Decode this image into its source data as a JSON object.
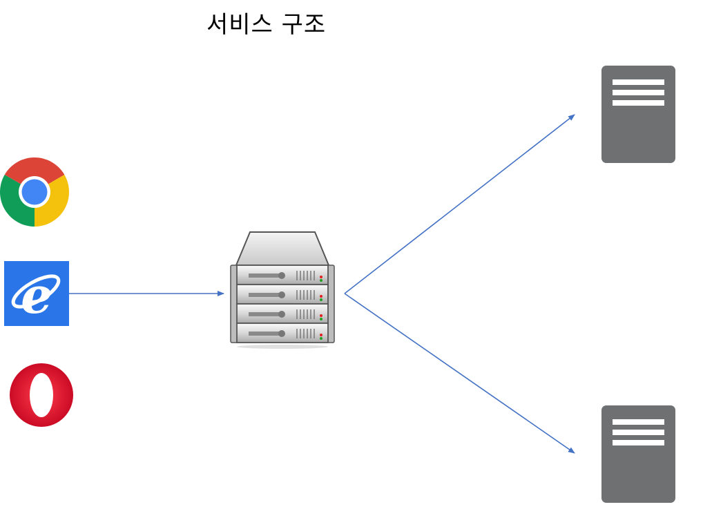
{
  "title": "서비스 구조",
  "colors": {
    "arrow": "#4472C4",
    "backend_server": "#6F7072",
    "chrome_red": "#DB4437",
    "chrome_yellow": "#F4C20D",
    "chrome_green": "#0F9D58",
    "chrome_blue": "#4285F4",
    "ie_blue": "#2A75E8",
    "opera_red": "#E8112D"
  },
  "nodes": {
    "clients": [
      "chrome-browser-icon",
      "internet-explorer-icon",
      "opera-browser-icon"
    ],
    "middle": "server-rack-icon",
    "backends": [
      "backend-server-icon",
      "backend-server-icon"
    ]
  },
  "edges": [
    {
      "from": "internet-explorer-icon",
      "to": "server-rack-icon"
    },
    {
      "from": "server-rack-icon",
      "to": "backend-server-top"
    },
    {
      "from": "server-rack-icon",
      "to": "backend-server-bottom"
    }
  ]
}
